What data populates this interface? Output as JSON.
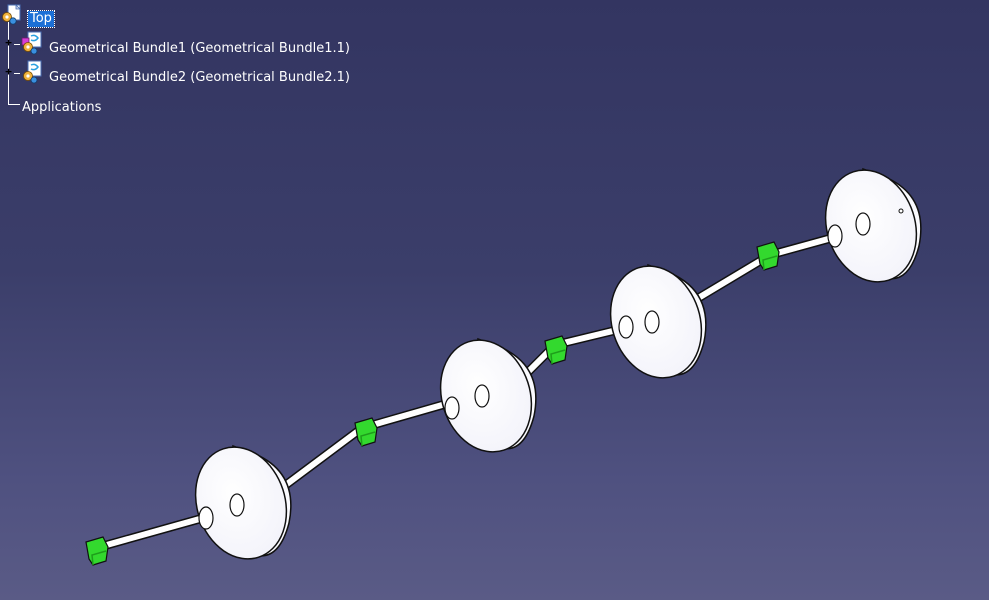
{
  "tree": {
    "root": {
      "label": "Top"
    },
    "items": [
      {
        "label": "Geometrical Bundle1 (Geometrical Bundle1.1)",
        "expander": "+"
      },
      {
        "label": "Geometrical Bundle2 (Geometrical Bundle2.1)",
        "expander": "+"
      },
      {
        "label": "Applications"
      }
    ]
  },
  "scene": {
    "colors": {
      "clip": "#33d92e",
      "clip_dark": "#1e9e1b",
      "wheel": "#ffffff",
      "wire": "#ffffff"
    }
  }
}
